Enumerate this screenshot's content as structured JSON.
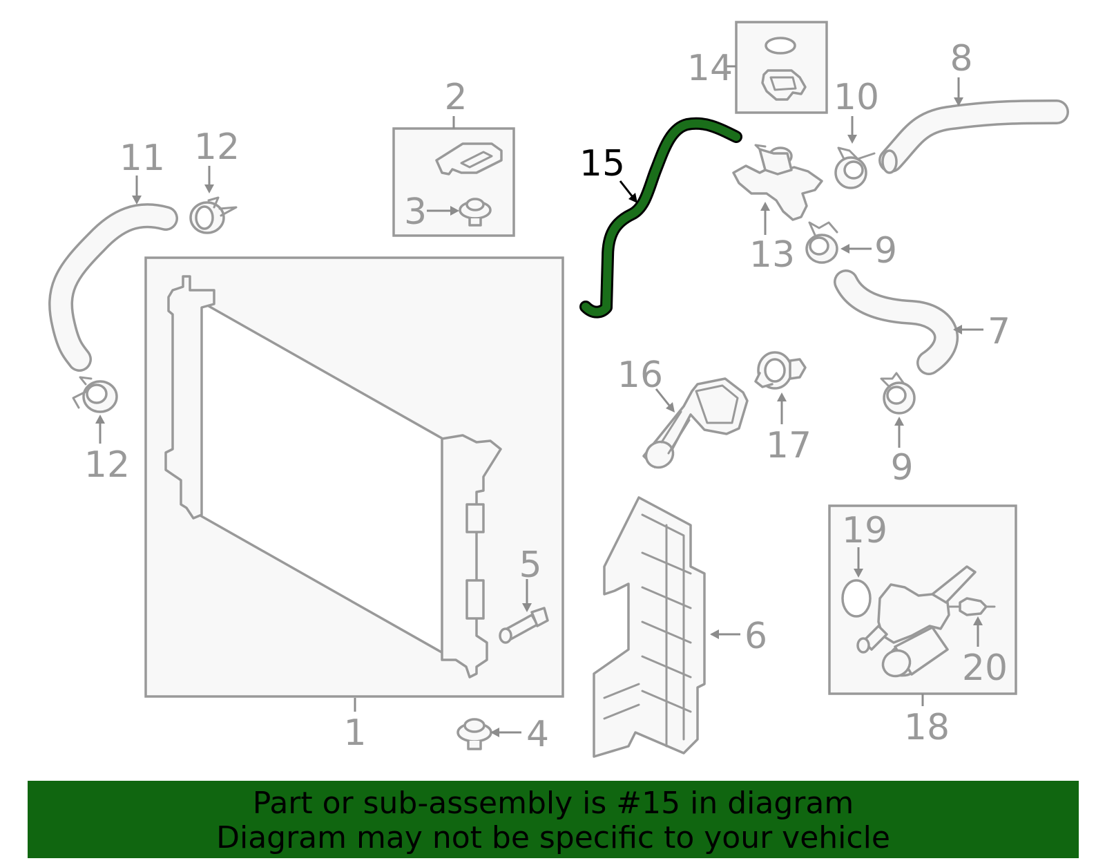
{
  "labels": {
    "p1": "1",
    "p2": "2",
    "p3": "3",
    "p4": "4",
    "p5": "5",
    "p6": "6",
    "p7": "7",
    "p8": "8",
    "p9a": "9",
    "p9b": "9",
    "p10": "10",
    "p11": "11",
    "p12a": "12",
    "p12b": "12",
    "p13": "13",
    "p14": "14",
    "p15": "15",
    "p16": "16",
    "p17": "17",
    "p18": "18",
    "p19": "19",
    "p20": "20"
  },
  "highlight": {
    "part": "15",
    "color": "#1a6e1a"
  },
  "banner": {
    "line1": "Part or sub-assembly is #15 in diagram",
    "line2": "Diagram may not be specific to your vehicle",
    "color": "#106610"
  }
}
